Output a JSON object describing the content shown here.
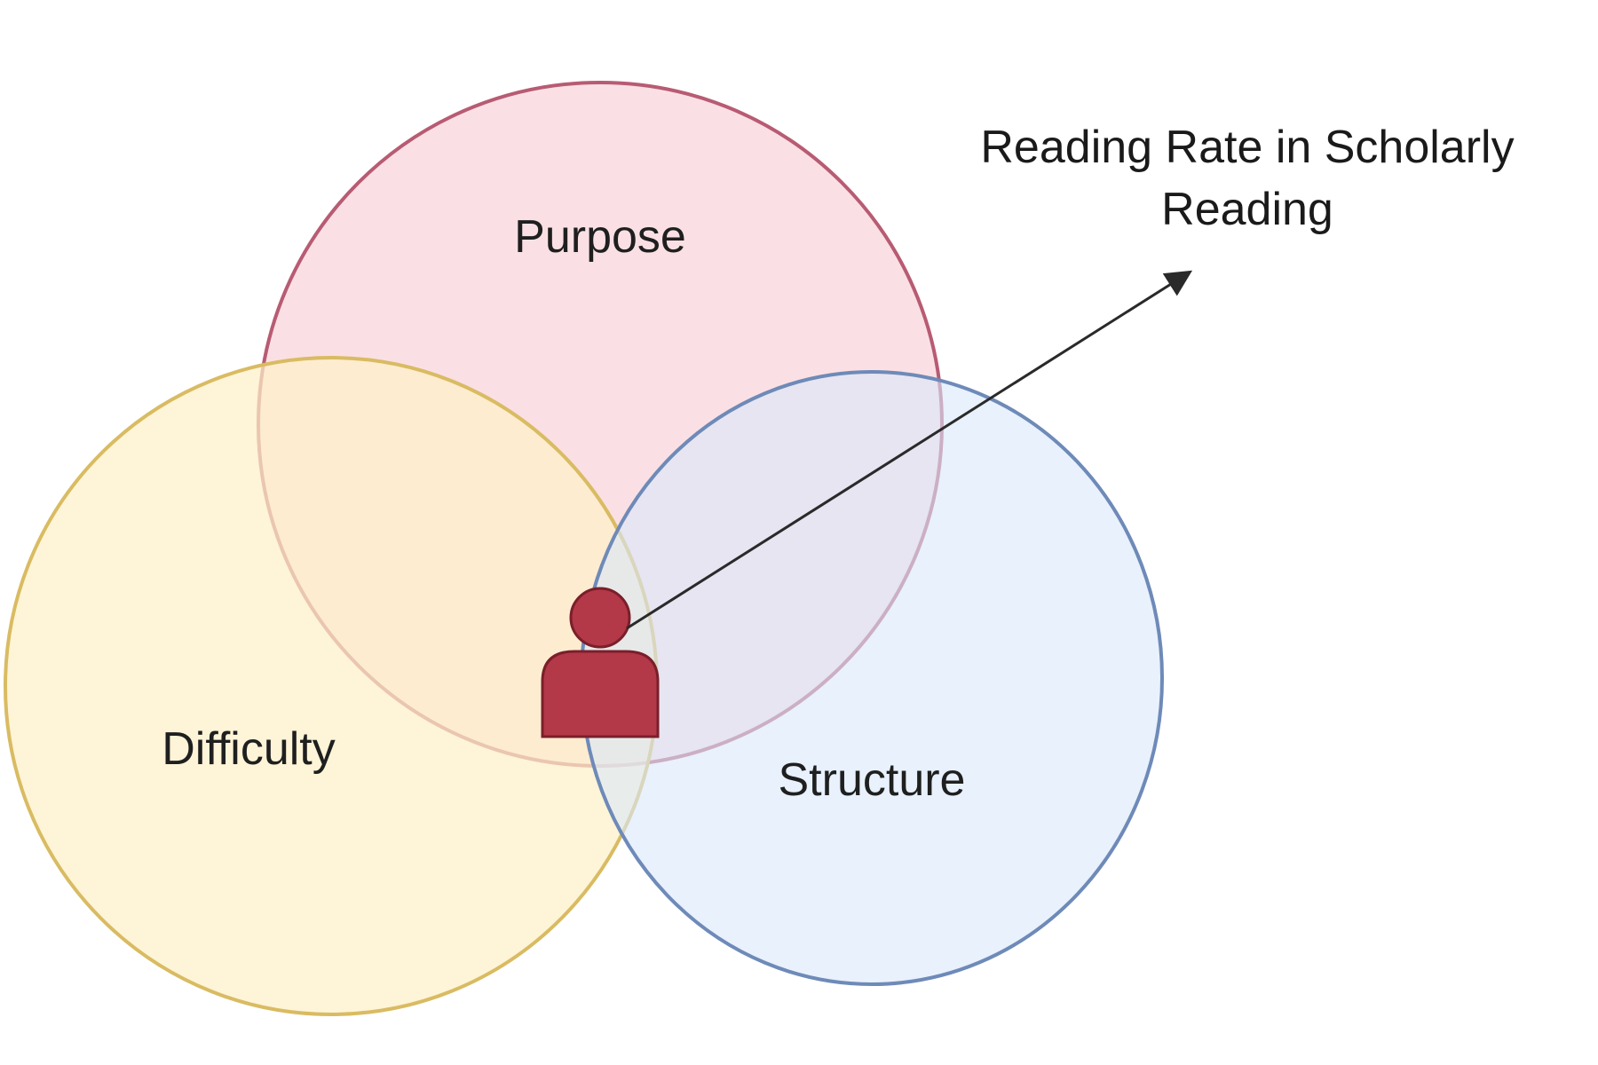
{
  "diagram": {
    "sets": [
      {
        "id": "purpose",
        "label": "Purpose",
        "fill": "#f9d7dc",
        "stroke": "#b85b73"
      },
      {
        "id": "difficulty",
        "label": "Difficulty",
        "fill": "#fdf0c8",
        "stroke": "#d9bb62"
      },
      {
        "id": "structure",
        "label": "Structure",
        "fill": "#d9e7fa",
        "stroke": "#6e8ab8"
      }
    ],
    "annotation": {
      "lines": [
        "Reading Rate in Scholarly",
        "Reading"
      ]
    },
    "center_icon": {
      "icon": "person-icon",
      "color": "#b33848",
      "stroke": "#7a1f2a"
    },
    "arrow_color": "#2a2a2a"
  }
}
